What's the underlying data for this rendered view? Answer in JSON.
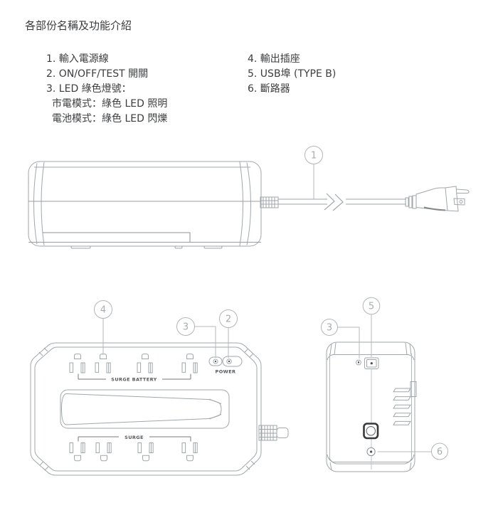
{
  "page": {
    "title": "各部份名稱及功能介紹"
  },
  "legend": {
    "left": [
      "1. 輸入電源線",
      "2. ON/OFF/TEST 開關",
      "3. LED 綠色燈號：",
      "市電模式：綠色 LED 照明",
      "電池模式：綠色 LED 閃爍"
    ],
    "right": [
      "4. 輸出插座",
      "5. USB埠 (TYPE B)",
      "6. 斷路器"
    ]
  },
  "figures": {
    "top_view": {
      "labels": {
        "surge_battery": "SURGE BATTERY",
        "power": "POWER",
        "surge": "SURGE"
      }
    }
  },
  "callout_numbers": {
    "n1": "1",
    "n2": "2",
    "n3": "3",
    "n4": "4",
    "n5": "5",
    "n6": "6"
  },
  "colors": {
    "line_art": "#a2a7aa",
    "accent_line": "#76797c",
    "diagram_label": "#55575a",
    "body_text": "#3b3c3e",
    "callout": "#b2b6b8",
    "usb_port_dark": "#37383a"
  }
}
